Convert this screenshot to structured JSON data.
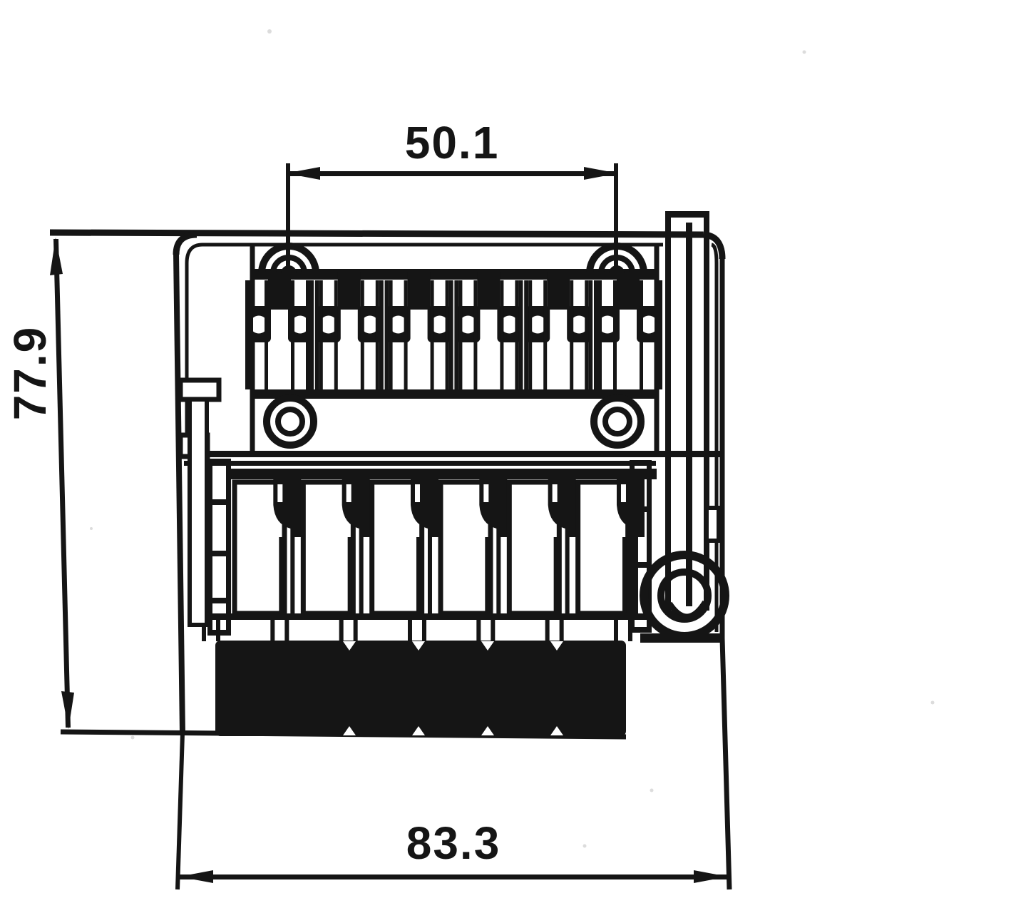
{
  "page": {
    "background": "#ffffff",
    "line_color": "#151515"
  },
  "drawing": {
    "dimensions": {
      "top_width": "50.1",
      "side_height": "77.9",
      "bottom_width": "83.3"
    },
    "features": {
      "comb_units": 6,
      "saddles": 6,
      "mounting_screw_arches": 2,
      "mounting_ring_holes": 2,
      "base_feet": 7,
      "block_notches": 4
    }
  }
}
